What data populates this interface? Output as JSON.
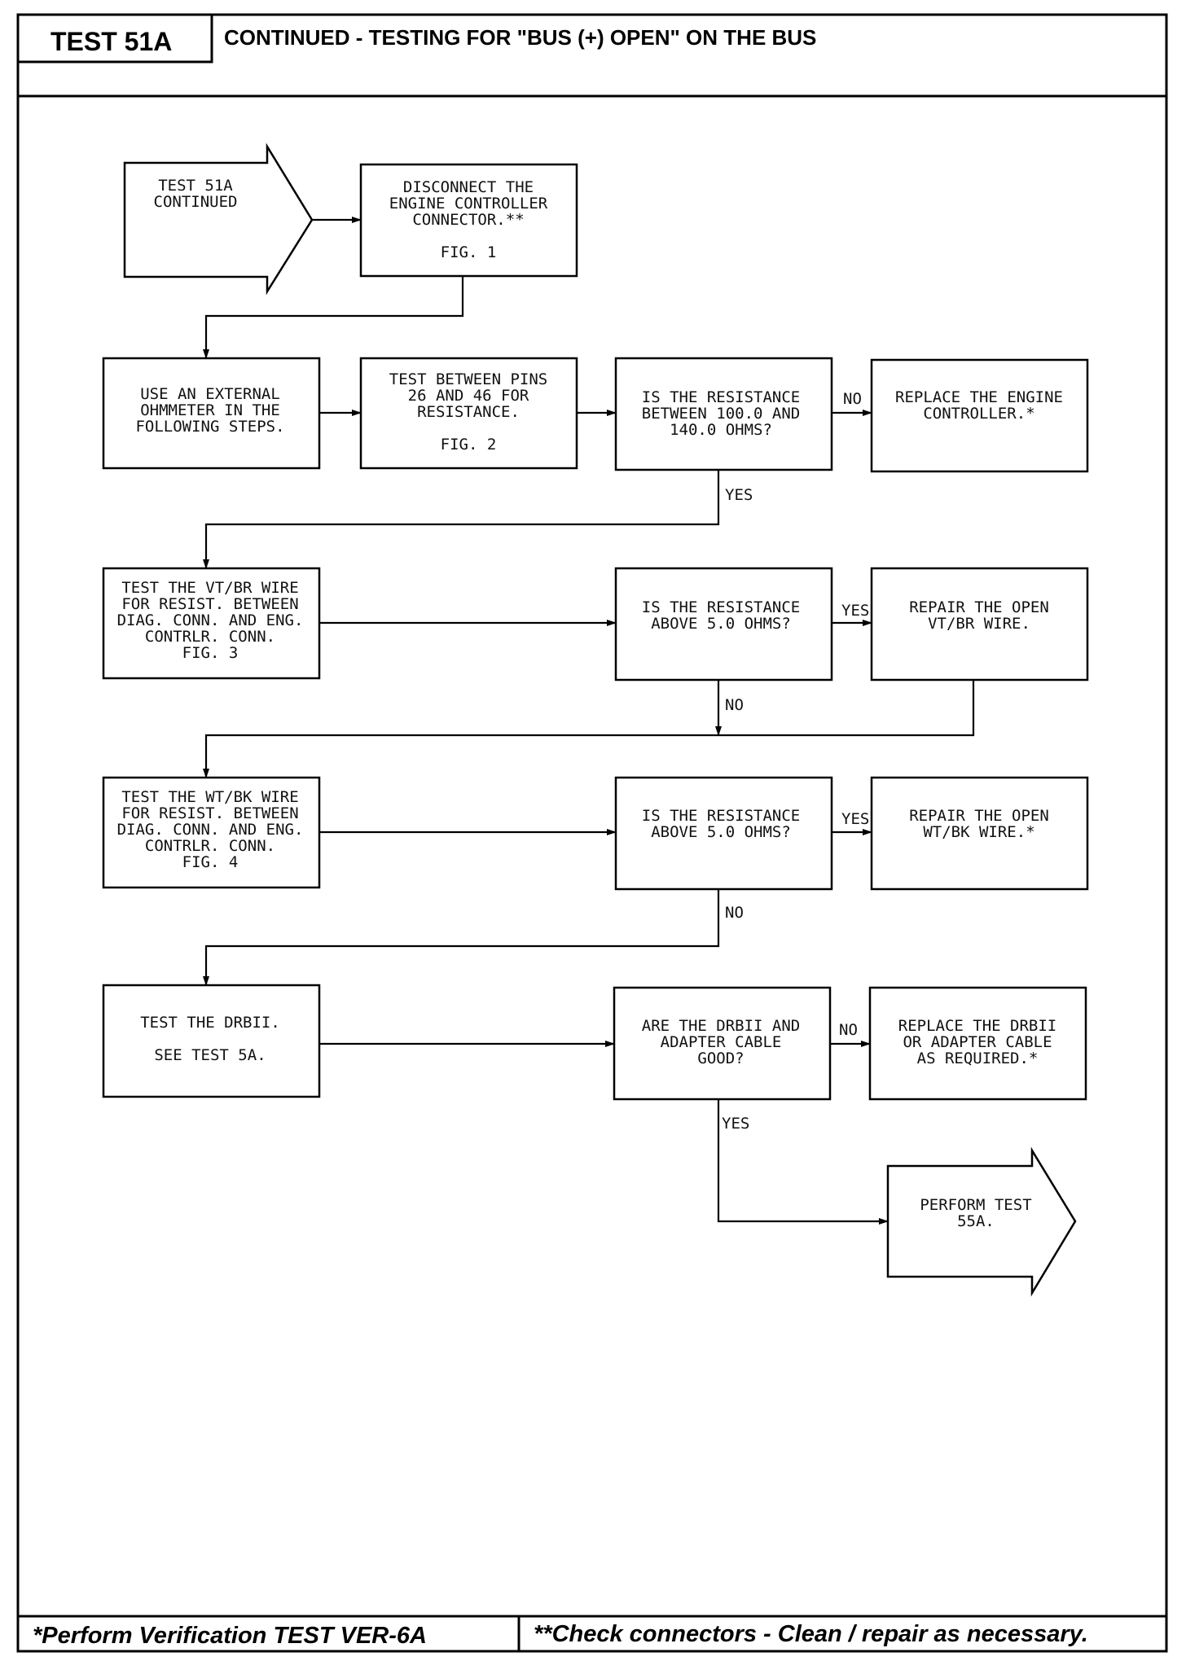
{
  "header": {
    "test_id": "TEST 51A",
    "title": "CONTINUED - TESTING FOR \"BUS (+) OPEN\" ON THE BUS"
  },
  "nodes": {
    "start": [
      "TEST 51A",
      "CONTINUED"
    ],
    "disconnect": [
      "DISCONNECT THE",
      "ENGINE CONTROLLER",
      "CONNECTOR.**",
      "",
      "FIG. 1"
    ],
    "use_ohmmeter": [
      "USE AN EXTERNAL",
      "OHMMETER IN THE",
      "FOLLOWING STEPS."
    ],
    "test_pins": [
      "TEST BETWEEN PINS",
      "26 AND 46 FOR",
      "RESISTANCE.",
      "",
      "FIG. 2"
    ],
    "q_resistance_range": [
      "IS THE RESISTANCE",
      "BETWEEN 100.0 AND",
      "140.0 OHMS?"
    ],
    "replace_controller": [
      "REPLACE THE ENGINE",
      "CONTROLLER.*"
    ],
    "test_vtbr": [
      "TEST THE VT/BR WIRE",
      "FOR RESIST. BETWEEN",
      "DIAG. CONN. AND ENG.",
      "CONTRLR. CONN.",
      "FIG. 3"
    ],
    "q_vtbr_above": [
      "IS THE RESISTANCE",
      "ABOVE 5.0 OHMS?"
    ],
    "repair_vtbr": [
      "REPAIR THE OPEN",
      "VT/BR WIRE."
    ],
    "test_wtbk": [
      "TEST THE WT/BK WIRE",
      "FOR RESIST. BETWEEN",
      "DIAG. CONN. AND ENG.",
      "CONTRLR. CONN.",
      "FIG. 4"
    ],
    "q_wtbk_above": [
      "IS THE RESISTANCE",
      "ABOVE 5.0 OHMS?"
    ],
    "repair_wtbk": [
      "REPAIR THE OPEN",
      "WT/BK WIRE.*"
    ],
    "test_drbii": [
      "TEST THE DRBII.",
      "",
      "SEE TEST 5A."
    ],
    "q_drbii_good": [
      "ARE THE DRBII AND",
      "ADAPTER CABLE",
      "GOOD?"
    ],
    "replace_drbii": [
      "REPLACE THE DRBII",
      "OR ADAPTER CABLE",
      "AS REQUIRED.*"
    ],
    "perform_55a": [
      "PERFORM TEST",
      "55A."
    ]
  },
  "edge_labels": {
    "no_1": "NO",
    "yes_1": "YES",
    "yes_2": "YES",
    "no_2": "NO",
    "yes_3": "YES",
    "no_3": "NO",
    "no_4": "NO",
    "yes_4": "YES"
  },
  "footer": {
    "left": "*Perform Verification TEST VER-6A",
    "right": "**Check connectors - Clean / repair as necessary."
  }
}
